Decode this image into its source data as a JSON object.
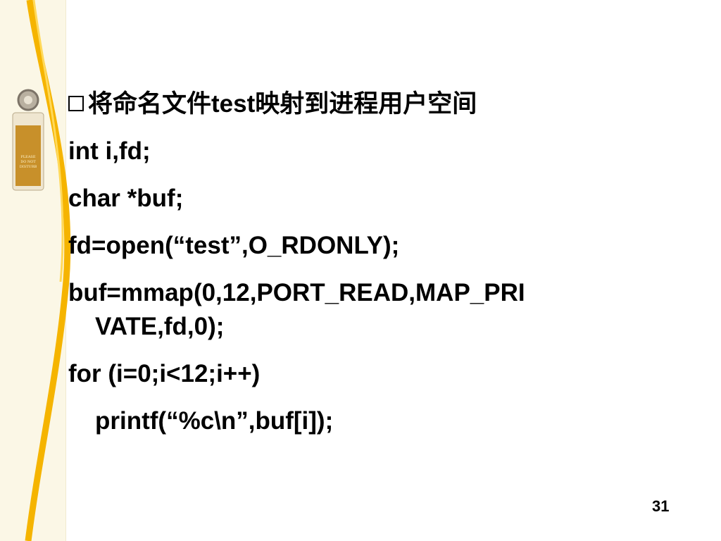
{
  "slide": {
    "heading": "将命名文件test映射到进程用户空间",
    "decoration_text": [
      "PLEASE",
      "DO NOT",
      "DISTURB"
    ],
    "code_lines": [
      "int i,fd;",
      "char *buf;",
      "fd=open(“test”,O_RDONLY);",
      "buf=mmap(0,12,PORT_READ,MAP_PRI",
      "VATE,fd,0);",
      "for (i=0;i<12;i++)",
      "printf(“%c\\n”,buf[i]);"
    ],
    "page_number": "31"
  },
  "colors": {
    "side_panel": "#fbf7e6",
    "accent_curve": "#f5b400",
    "hanger_body": "#c8902a",
    "text": "#000000"
  }
}
